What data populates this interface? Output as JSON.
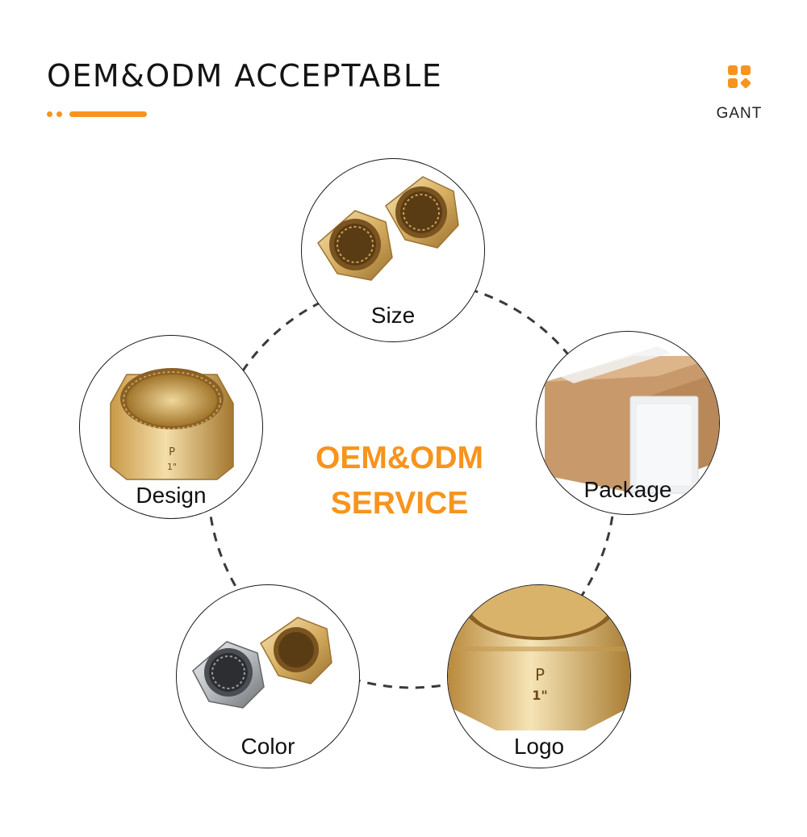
{
  "header": {
    "title": "OEM&ODM ACCEPTABLE"
  },
  "brand": {
    "name": "GANT",
    "icon": "four-petal-logo-icon"
  },
  "center": {
    "line1": "OEM&ODM",
    "line2": "SERVICE"
  },
  "options": [
    {
      "label": "Size"
    },
    {
      "label": "Package"
    },
    {
      "label": "Logo"
    },
    {
      "label": "Color"
    },
    {
      "label": "Design"
    }
  ],
  "product_marking": {
    "letter": "P",
    "size": "1\""
  },
  "colors": {
    "accent": "#f7941d",
    "brass_light": "#f1d9a0",
    "brass_mid": "#d8b063",
    "brass_dark": "#a57a2e",
    "cardboard": "#c89a6b",
    "chrome": "#c9ccd0"
  }
}
